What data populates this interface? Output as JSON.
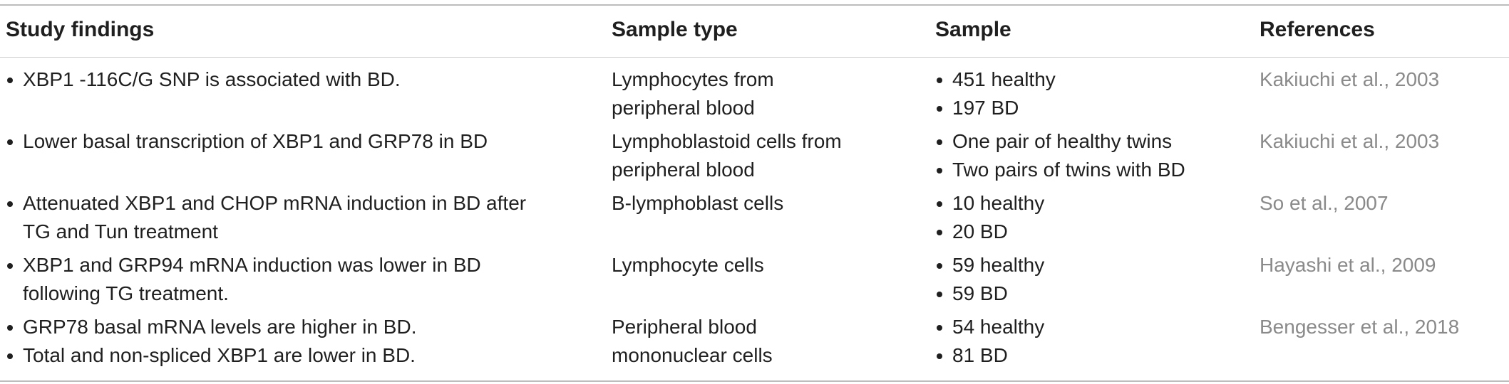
{
  "headers": {
    "findings": "Study findings",
    "sample_type": "Sample type",
    "sample": "Sample",
    "references": "References"
  },
  "rows": [
    {
      "findings": [
        [
          "• XBP1 -116C/G SNP is associated with BD."
        ]
      ],
      "sample_type": [
        "Lymphocytes from",
        "peripheral blood"
      ],
      "sample": [
        "451 healthy",
        "197 BD"
      ],
      "reference": "Kakiuchi et al., 2003"
    },
    {
      "findings": [
        [
          "• Lower basal transcription of XBP1 and GRP78 in BD"
        ]
      ],
      "sample_type": [
        "Lymphoblastoid cells from",
        "peripheral blood"
      ],
      "sample": [
        "One pair of healthy twins",
        "Two pairs of twins with BD"
      ],
      "reference": "Kakiuchi et al., 2003"
    },
    {
      "findings": [
        [
          "• Attenuated XBP1 and CHOP mRNA induction in BD after",
          "TG and Tun treatment"
        ]
      ],
      "sample_type": [
        "B-lymphoblast cells"
      ],
      "sample": [
        "10 healthy",
        "20 BD"
      ],
      "reference": "So et al., 2007"
    },
    {
      "findings": [
        [
          "• XBP1 and GRP94 mRNA induction was lower in BD",
          "following TG treatment."
        ]
      ],
      "sample_type": [
        "Lymphocyte cells"
      ],
      "sample": [
        "59 healthy",
        "59 BD"
      ],
      "reference": "Hayashi et al., 2009"
    },
    {
      "findings": [
        [
          "• GRP78 basal mRNA levels are higher in BD."
        ],
        [
          "• Total and non-spliced XBP1 are lower in BD."
        ]
      ],
      "sample_type": [
        "Peripheral blood",
        "mononuclear cells"
      ],
      "sample": [
        "54 healthy",
        "81 BD"
      ],
      "reference": "Bengesser et al., 2018"
    }
  ]
}
